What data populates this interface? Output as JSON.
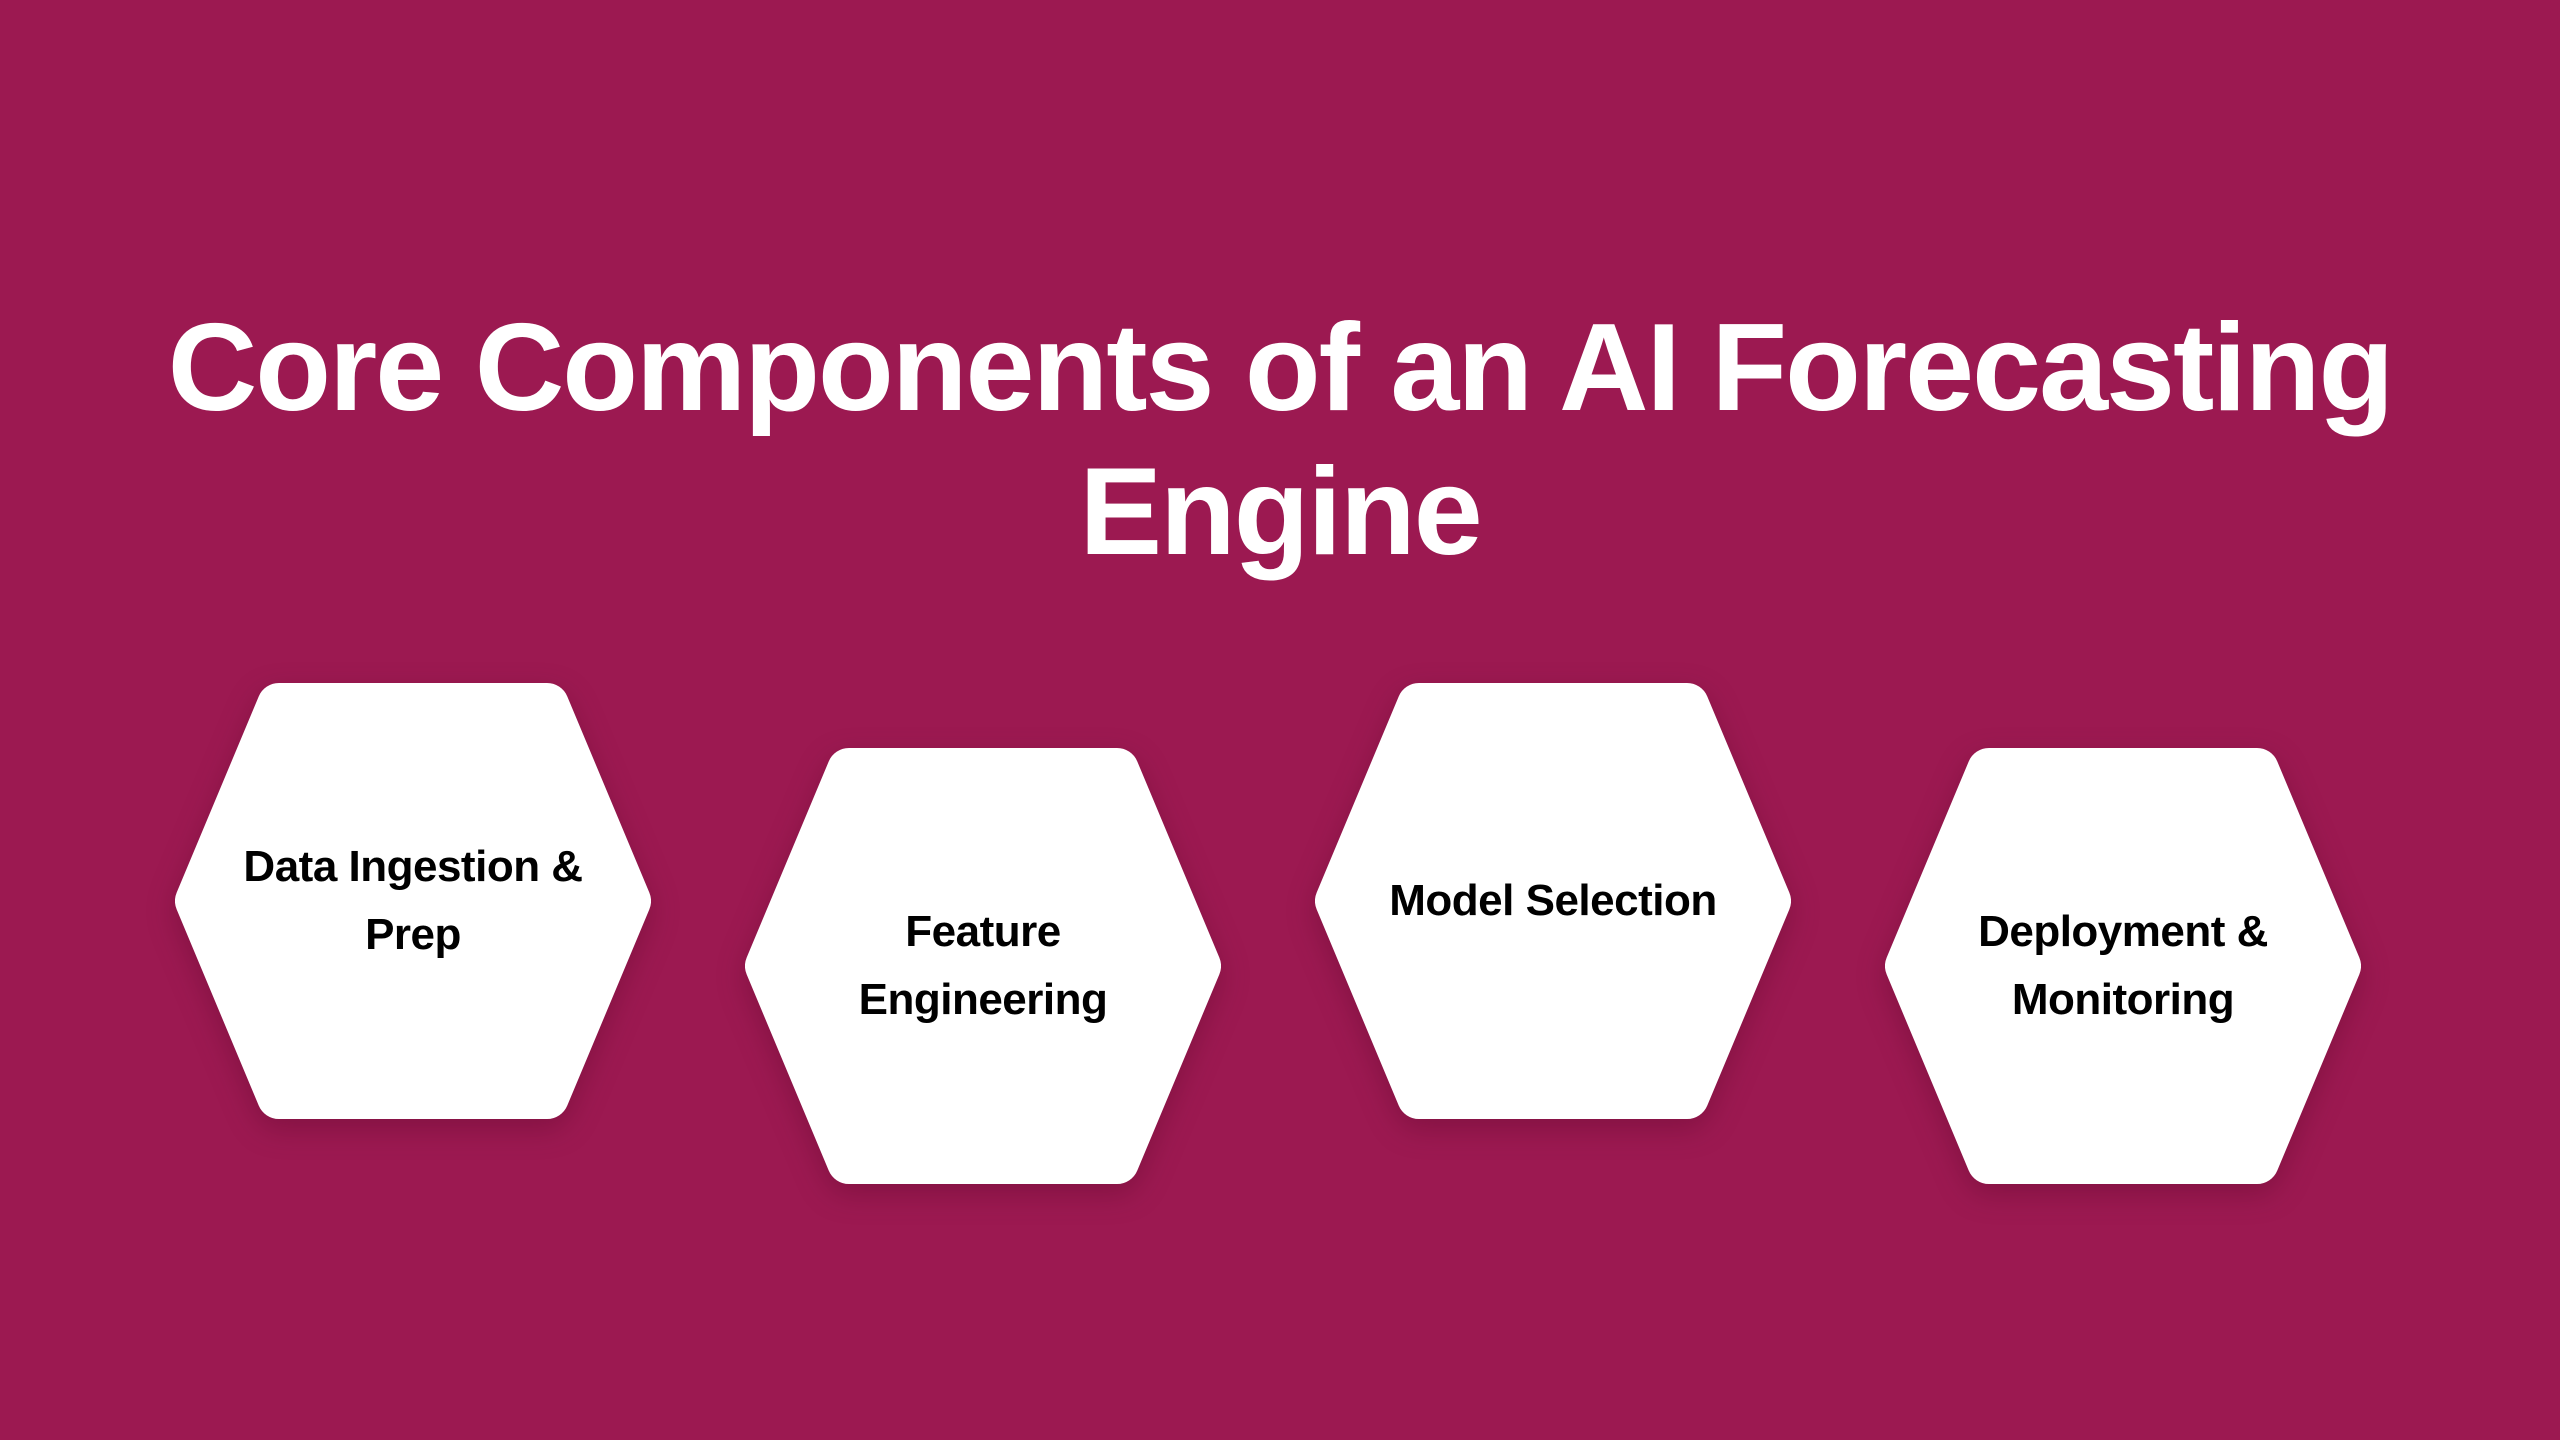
{
  "title": {
    "text": "Core Components of an AI Forecasting Engine",
    "lines": [
      "Core Components of an AI Forecasting",
      "Engine"
    ]
  },
  "components": [
    {
      "label": "Data Ingestion & Prep",
      "lines": [
        "Data Ingestion &",
        "Prep"
      ]
    },
    {
      "label": "Feature Engineering",
      "lines": [
        "Feature",
        "Engineering"
      ]
    },
    {
      "label": "Model Selection",
      "lines": [
        "Model Selection"
      ]
    },
    {
      "label": "Deployment & Monitoring",
      "lines": [
        "Deployment &",
        "Monitoring"
      ]
    }
  ],
  "colors": {
    "background": "#9C1951",
    "shape_fill": "#FFFFFF",
    "title_text": "#FFFFFF",
    "shape_text": "#000000"
  }
}
